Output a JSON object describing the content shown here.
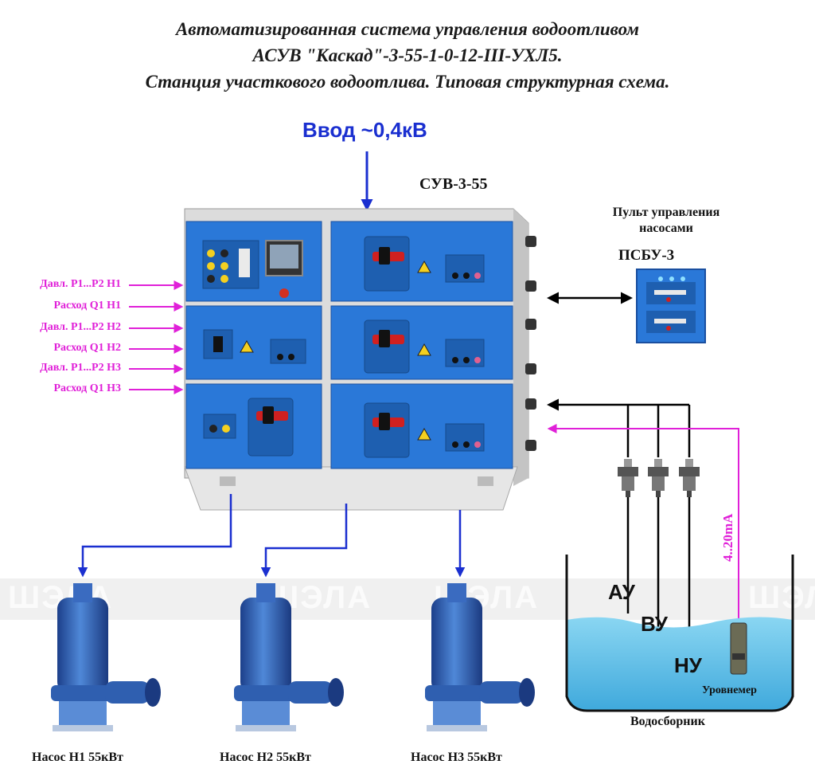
{
  "header": {
    "line1": "Автоматизированная система управления водоотливом",
    "line2": "АСУВ \"Каскад\"-3-55-1-0-12-III-УХЛ5.",
    "line3": "Станция участкового водоотлива. Типовая структурная схема."
  },
  "input_label": "Ввод ~0,4кВ",
  "cabinet_label": "СУВ-3-55",
  "remote": {
    "title_line1": "Пульт управления",
    "title_line2": "насосами",
    "model": "ПСБУ-3"
  },
  "signals": [
    "Давл. Р1...Р2 Н1",
    "Расход Q1 Н1",
    "Давл. Р1...Р2 Н2",
    "Расход Q1 Н2",
    "Давл. Р1...Р2 Н3",
    "Расход Q1 Н3"
  ],
  "pumps": [
    {
      "label": "Насос Н1 55кВт"
    },
    {
      "label": "Насос Н2 55кВт"
    },
    {
      "label": "Насос Н3 55кВт"
    }
  ],
  "tank": {
    "label": "Водосборник",
    "level_sensor": "Уровнемер",
    "signal": "4..20mA",
    "levels": [
      "АУ",
      "ВУ",
      "НУ"
    ]
  },
  "watermark": "ШЭЛА",
  "colors": {
    "power_line": "#1a2fd0",
    "signal_line": "#e020d8",
    "cabinet_blue": "#2a78d8",
    "water": "#6cc8ee"
  }
}
